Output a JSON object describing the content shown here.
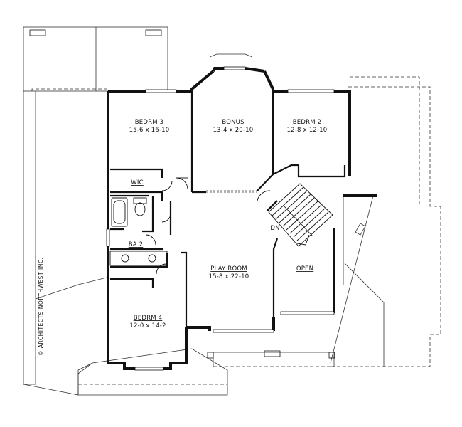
{
  "rooms": [
    {
      "id": "bedrm3",
      "name": "BEDRM 3",
      "size": "15-6 x 16-10"
    },
    {
      "id": "bonus",
      "name": "BONUS",
      "size": "13-4 x 20-10"
    },
    {
      "id": "bedrm2",
      "name": "BEDRM 2",
      "size": "12-8 x 12-10"
    },
    {
      "id": "wic",
      "name": "WIC",
      "size": ""
    },
    {
      "id": "ba2",
      "name": "BA 2",
      "size": ""
    },
    {
      "id": "playroom",
      "name": "PLAY ROOM",
      "size": "15-8 x 22-10"
    },
    {
      "id": "open",
      "name": "OPEN",
      "size": ""
    },
    {
      "id": "bedrm4",
      "name": "BEDRM 4",
      "size": "12-0 x 14-2"
    }
  ],
  "stair_label": "DN",
  "copyright": "© ARCHITECTS NORTHWEST INC.",
  "colors": {
    "wall": "#111111",
    "line": "#333333",
    "background": "#ffffff"
  }
}
